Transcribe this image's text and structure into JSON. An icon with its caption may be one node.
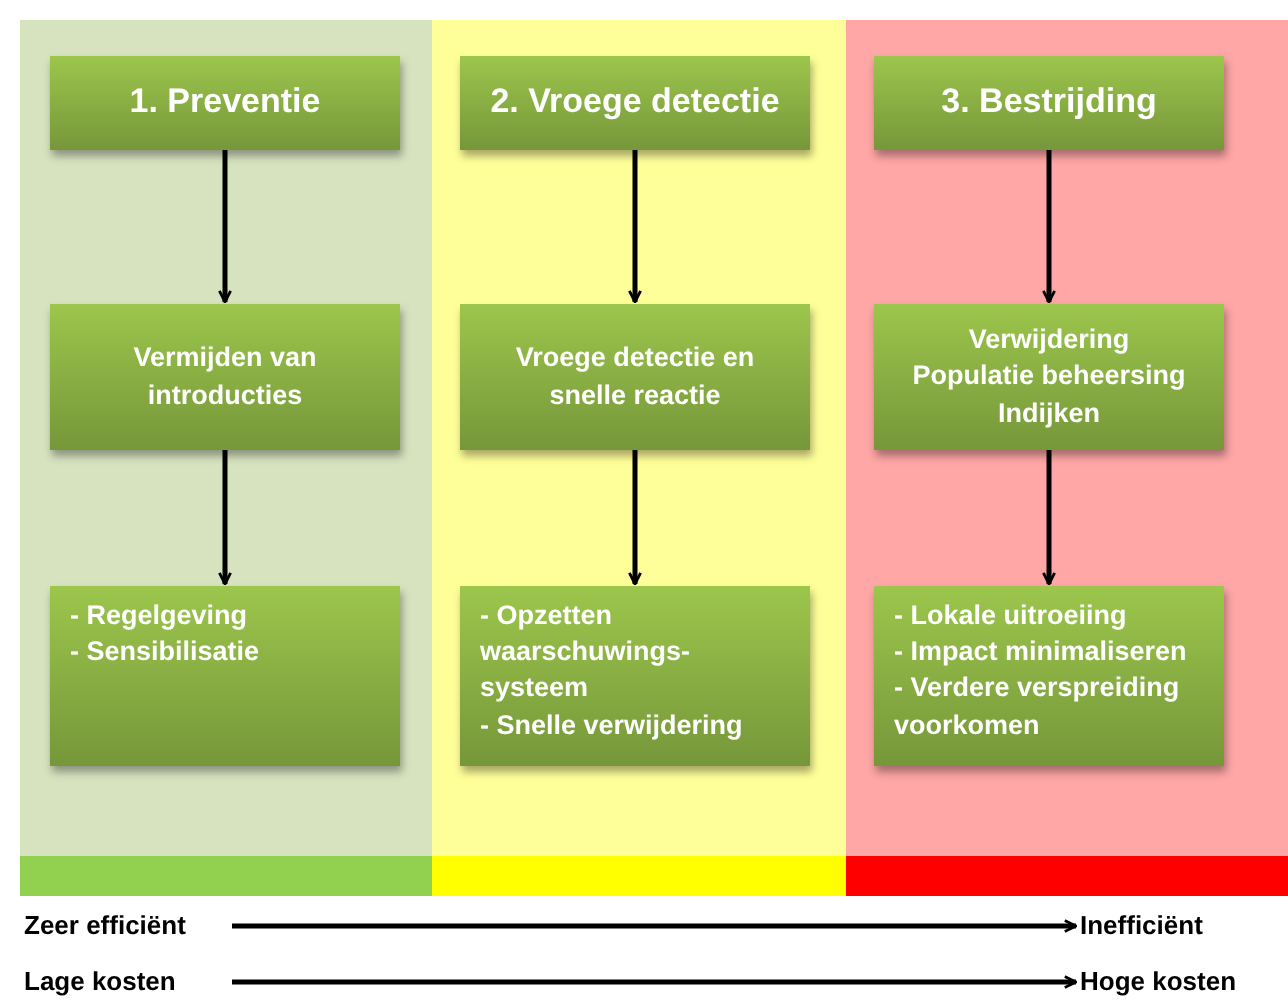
{
  "diagram": {
    "nodes": [
      {
        "text": [
          "1. Preventie"
        ]
      },
      {
        "text": [
          "Vermijden van introducties"
        ]
      },
      {
        "text": [
          "- Regelgeving",
          "- Sensibilisatie"
        ]
      },
      {
        "text": [
          "2. Vroege detectie"
        ]
      },
      {
        "text": [
          "Vroege detectie en snelle reactie"
        ]
      },
      {
        "text": [
          "- Opzetten waarschuwings-systeem",
          "- Snelle verwijdering"
        ]
      },
      {
        "text": [
          "3. Bestrijding"
        ]
      },
      {
        "text": [
          "Verwijdering",
          "Populatie beheersing",
          "Indijken"
        ]
      },
      {
        "text": [
          "- Lokale uitroeiing",
          "- Impact minimaliseren",
          "- Verdere verspreiding voorkomen"
        ]
      },
      {
        "text": [
          "Zeer efficiënt"
        ]
      },
      {
        "text": [
          "Inefficiënt"
        ]
      },
      {
        "text": [
          "Lage kosten"
        ]
      },
      {
        "text": [
          "Hoge kosten"
        ]
      }
    ],
    "edges": [
      {
        "from": 0,
        "to": 1,
        "arrow": "to"
      },
      {
        "from": 1,
        "to": 2,
        "arrow": "to"
      },
      {
        "from": 3,
        "to": 4,
        "arrow": "to"
      },
      {
        "from": 4,
        "to": 5,
        "arrow": "to"
      },
      {
        "from": 6,
        "to": 7,
        "arrow": "to"
      },
      {
        "from": 7,
        "to": 8,
        "arrow": "to"
      },
      {
        "from": 9,
        "to": 10,
        "arrow": "to"
      },
      {
        "from": 11,
        "to": 12,
        "arrow": "to"
      }
    ]
  }
}
